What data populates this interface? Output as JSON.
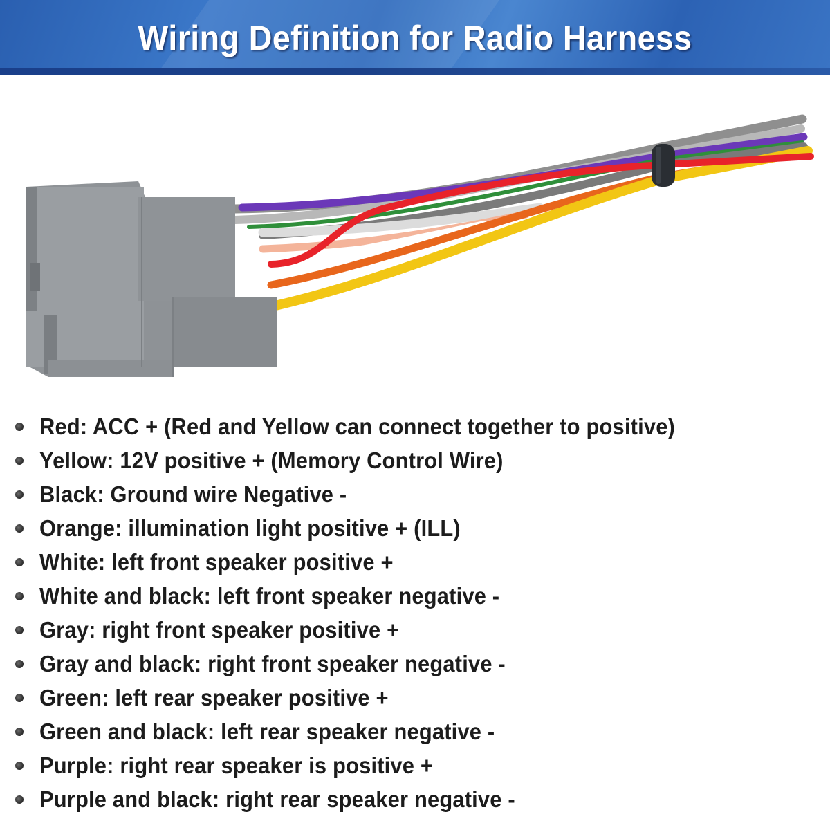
{
  "header": {
    "title": "Wiring Definition for Radio Harness",
    "background_color": "#2f6bbd"
  },
  "illustration": {
    "subject": "radio-harness-connector",
    "connector_color": "#8e9296",
    "wire_colors": [
      "#e8232a",
      "#f2c614",
      "#e8661c",
      "#f0f0f0",
      "#9a9a9a",
      "#6a38b8",
      "#2f9e3a",
      "#f4b49a"
    ],
    "tie_color": "#2a2e33"
  },
  "wiring": {
    "items": [
      {
        "label": "Red: ACC + (Red and Yellow can connect together to positive)"
      },
      {
        "label": "Yellow: 12V positive + (Memory Control Wire)"
      },
      {
        "label": "Black: Ground wire Negative -"
      },
      {
        "label": "Orange: illumination light positive + (ILL)"
      },
      {
        "label": "White: left front speaker positive +"
      },
      {
        "label": "White and black: left front speaker negative -"
      },
      {
        "label": "Gray: right front speaker positive +"
      },
      {
        "label": "Gray and black: right front speaker negative -"
      },
      {
        "label": "Green: left rear speaker positive +"
      },
      {
        "label": "Green and black: left rear speaker negative -"
      },
      {
        "label": "Purple: right rear speaker is positive +"
      },
      {
        "label": "Purple and black: right rear speaker negative -"
      }
    ]
  }
}
